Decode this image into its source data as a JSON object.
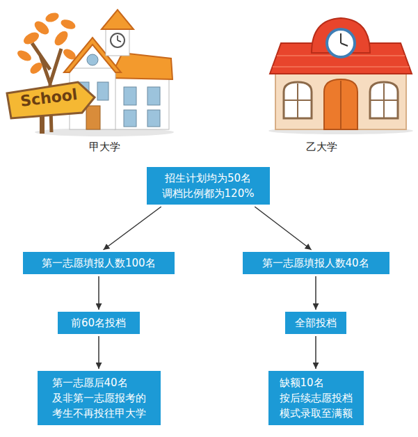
{
  "diagram": {
    "nodes": [
      {
        "text": [
          "招生计划均为50名 调档比例都为120%"
        ]
      },
      {
        "text": [
          "第一志愿填报人数100名"
        ]
      },
      {
        "text": [
          "第一志愿填报人数40名"
        ]
      },
      {
        "text": [
          "前60名投档"
        ]
      },
      {
        "text": [
          "全部投档"
        ]
      },
      {
        "text": [
          "第一志愿后40名 及非第一志愿报考的 考生不再投往甲大学"
        ]
      },
      {
        "text": [
          "缺额10名 按后续志愿投档 模式录取至满额"
        ]
      }
    ],
    "edges": [
      {
        "from": 0,
        "to": 1,
        "arrow": "to"
      },
      {
        "from": 0,
        "to": 2,
        "arrow": "to"
      },
      {
        "from": 1,
        "to": 3,
        "arrow": "to"
      },
      {
        "from": 2,
        "to": 4,
        "arrow": "to"
      },
      {
        "from": 3,
        "to": 5,
        "arrow": "to"
      },
      {
        "from": 4,
        "to": 6,
        "arrow": "to"
      }
    ],
    "labels": [
      "School",
      "甲大学",
      "乙大学"
    ]
  }
}
